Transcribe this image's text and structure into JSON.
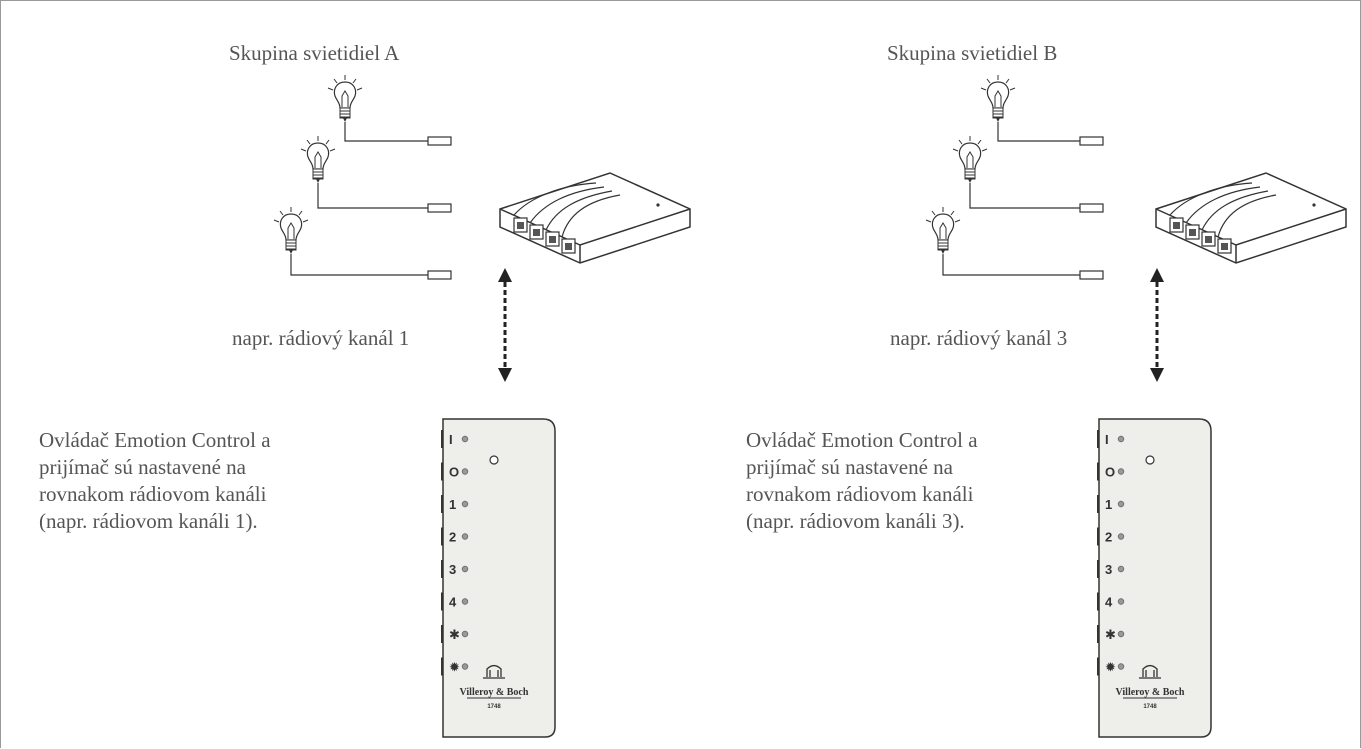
{
  "groups": [
    {
      "title": "Skupina svietidiel A",
      "channel": "napr. rádiový kanál 1",
      "description": [
        "Ovládač Emotion Control a",
        "prijímač sú nastavené na",
        "rovnakom rádiovom kanáli",
        "(napr. rádiovom kanáli 1)."
      ]
    },
    {
      "title": "Skupina svietidiel B",
      "channel": "napr. rádiový kanál 3",
      "description": [
        "Ovládač Emotion Control a",
        "prijímač sú nastavené na",
        "rovnakom rádiovom kanáli",
        "(napr. rádiovom kanáli 3)."
      ]
    }
  ],
  "remote": {
    "buttons": [
      "I",
      "O",
      "1",
      "2",
      "3",
      "4",
      "✱",
      "✹"
    ],
    "brand": "Villeroy & Boch",
    "brand_sub": "1748"
  },
  "colors": {
    "stroke": "#333333",
    "panel": "#eeeeea",
    "text": "#555555"
  }
}
